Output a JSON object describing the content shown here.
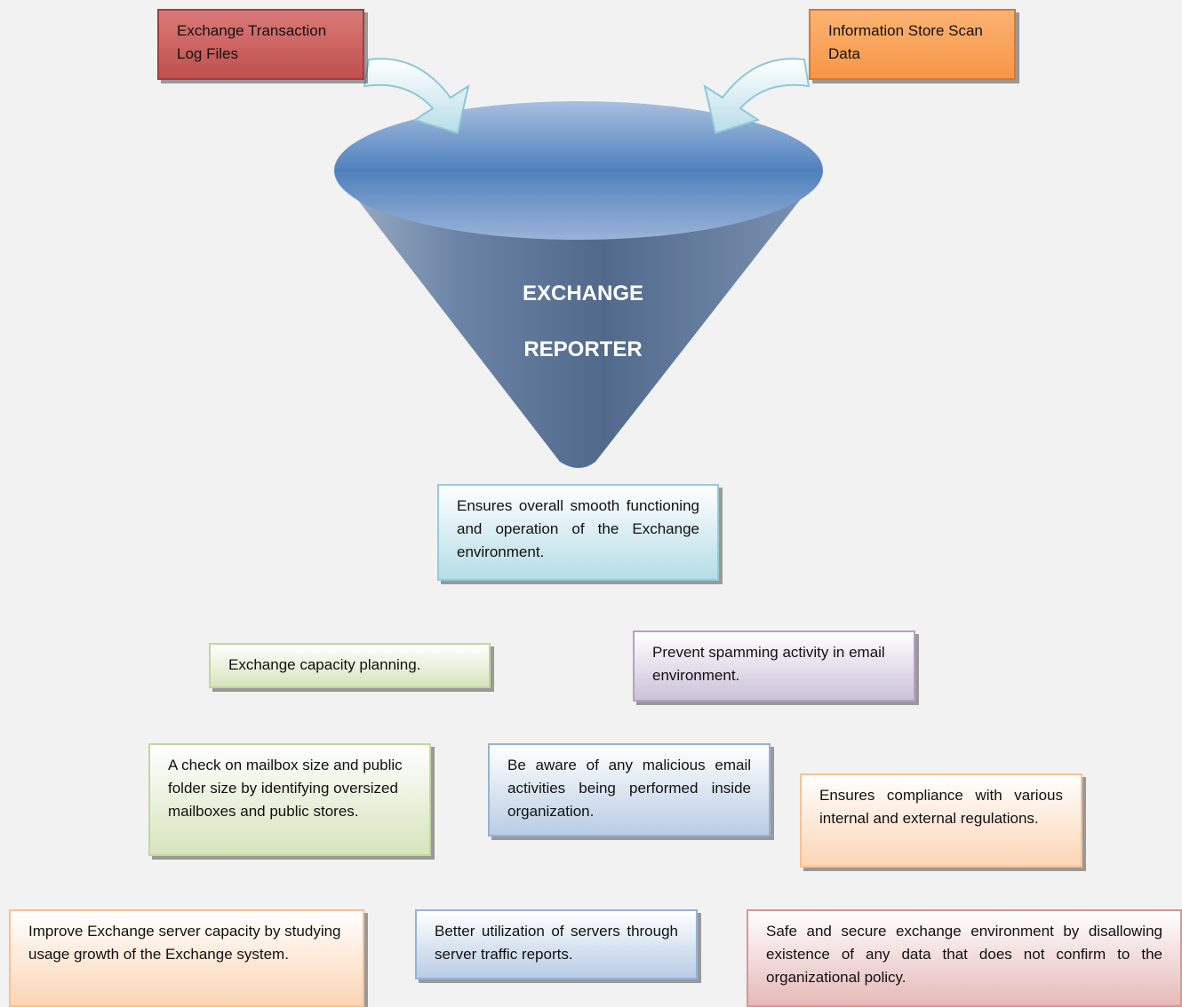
{
  "inputs": {
    "log_files": "Exchange Transaction Log Files",
    "store_scan": "Information Store Scan Data"
  },
  "funnel": {
    "line1": "EXCHANGE",
    "line2": "REPORTER"
  },
  "outputs": {
    "smooth_functioning": "Ensures overall smooth functioning and operation of the Exchange environment.",
    "capacity_planning": "Exchange capacity planning.",
    "prevent_spamming": "Prevent spamming activity in email environment.",
    "mailbox_check": "A check on mailbox size and public folder size by identifying oversized mailboxes and public stores.",
    "malicious_awareness": "Be aware of any malicious email activities being performed inside organization.",
    "compliance": "Ensures compliance with various internal and external regulations.",
    "server_capacity": "Improve Exchange server capacity by studying usage growth of the Exchange system.",
    "server_utilization": "Better utilization of servers through server traffic reports.",
    "secure_environment": "Safe and secure exchange environment by disallowing existence of any data that does not confirm to the organizational policy."
  },
  "colors": {
    "funnel_top": "#4f81bd",
    "funnel_body": "#5e7899",
    "red": "#c0504d",
    "orange": "#f79646"
  }
}
